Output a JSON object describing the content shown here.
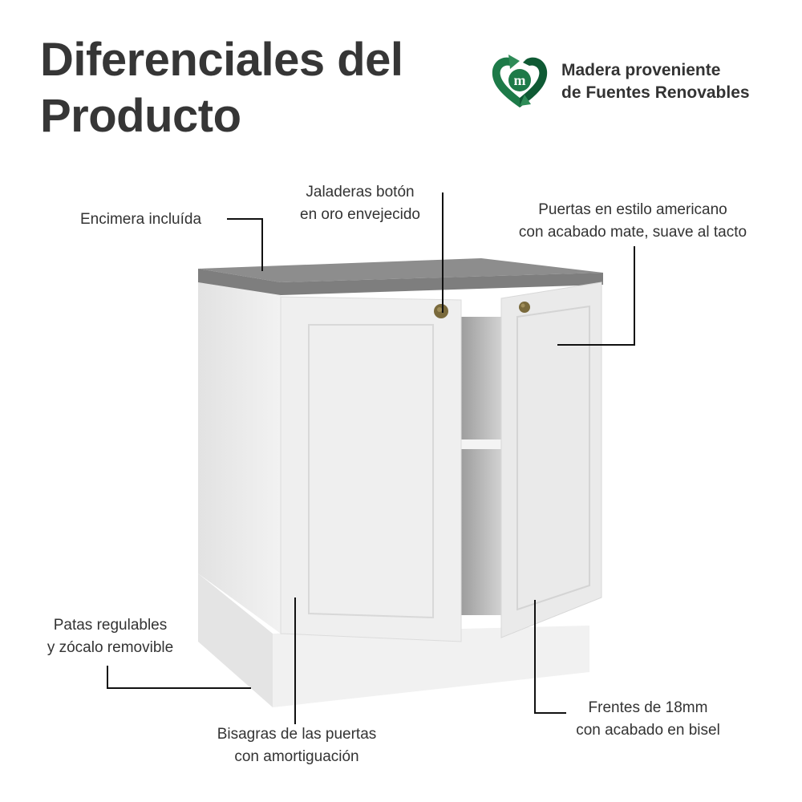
{
  "header": {
    "title_line1": "Diferenciales del",
    "title_line2": "Producto"
  },
  "badge": {
    "icon": "recycle-heart-m-icon",
    "line1": "Madera proveniente",
    "line2": "de Fuentes Renovables",
    "colors": {
      "dark": "#0f5a34",
      "mid": "#1d7a48",
      "light": "#2e8b57"
    }
  },
  "callouts": {
    "countertop": {
      "line1": "Encimera incluída"
    },
    "knobs": {
      "line1": "Jaladeras botón",
      "line2": "en oro envejecido"
    },
    "doors": {
      "line1": "Puertas en estilo americano",
      "line2": "con acabado mate, suave al tacto"
    },
    "legs": {
      "line1": "Patas regulables",
      "line2": "y zócalo removible"
    },
    "hinges": {
      "line1": "Bisagras de las puertas",
      "line2": "con amortiguación"
    },
    "fronts": {
      "line1": "Frentes de 18mm",
      "line2": "con acabado en bisel"
    }
  },
  "product": {
    "name": "white-base-cabinet-with-countertop",
    "colors": {
      "countertop": "#8a8a8a",
      "body": "#ececec",
      "knob": "#7a6a3c"
    }
  }
}
